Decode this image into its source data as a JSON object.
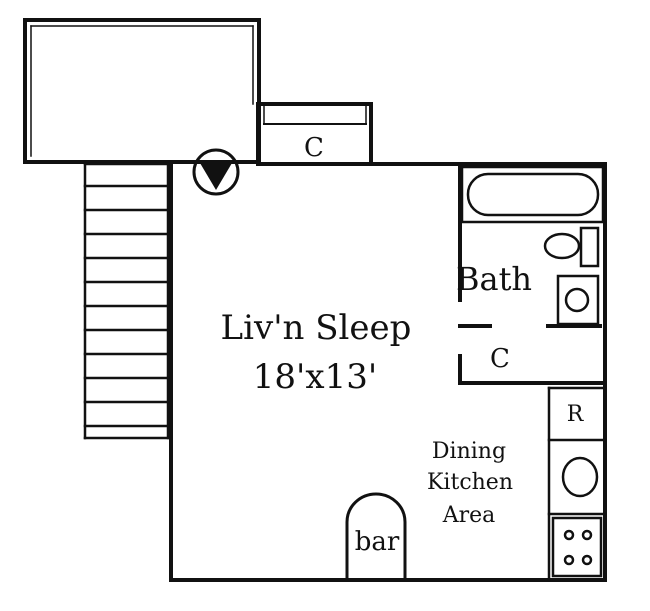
{
  "plan": {
    "living_label": "Liv'n Sleep",
    "living_size": "18'x13'",
    "bath_label": "Bath",
    "closet_top_label": "C",
    "closet_bath_label": "C",
    "refrigerator_label": "R",
    "dining_line1": "Dining",
    "dining_line2": "Kitchen",
    "dining_line3": "Area",
    "bar_label": "bar"
  },
  "colors": {
    "ink": "#111111",
    "paper": "#ffffff"
  }
}
